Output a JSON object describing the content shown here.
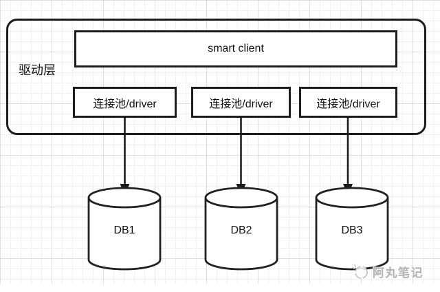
{
  "diagram": {
    "driver_layer": {
      "label": "驱动层"
    },
    "smart_client": {
      "label": "smart client"
    },
    "connection_pools": [
      {
        "label": "连接池/driver"
      },
      {
        "label": "连接池/driver"
      },
      {
        "label": "连接池/driver"
      }
    ],
    "databases": [
      {
        "label": "DB1"
      },
      {
        "label": "DB2"
      },
      {
        "label": "DB3"
      }
    ],
    "watermark": {
      "text": "阿丸笔记",
      "logo_icon": "sketch-ball-icon"
    },
    "colors": {
      "stroke": "#1c1c1c",
      "node_fill": "#ffffff",
      "background": "#ffffff",
      "grid_line": "#e3e5f0",
      "watermark_text": "#b3b3b3"
    }
  }
}
